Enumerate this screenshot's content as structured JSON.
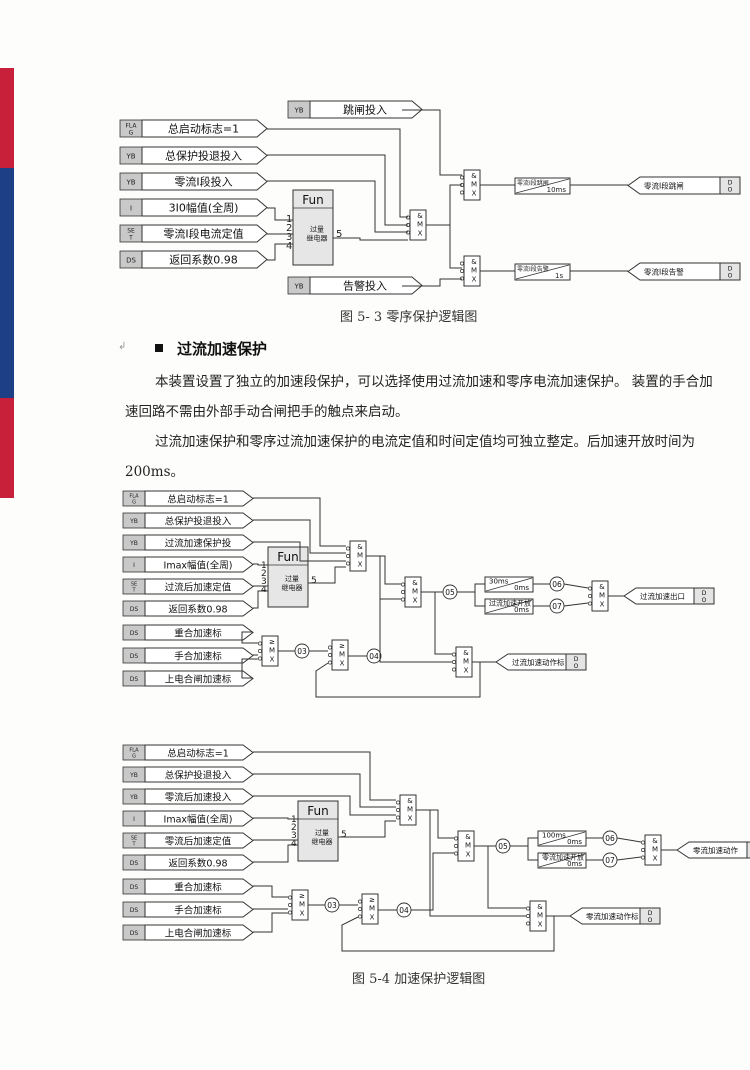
{
  "fig1": {
    "caption": "图 5- 3  零序保护逻辑图",
    "inputs": [
      {
        "tag": "FLAG",
        "label": "总启动标志=1"
      },
      {
        "tag": "YB",
        "label": "总保护投退投入"
      },
      {
        "tag": "YB",
        "label": "零流I段投入"
      },
      {
        "tag": "I",
        "label": "3I0幅值(全周)"
      },
      {
        "tag": "SET",
        "label": "零流I段电流定值"
      },
      {
        "tag": "DS",
        "label": "返回系数0.98"
      }
    ],
    "trip_enable": {
      "tag": "YB",
      "label": "跳闸投入"
    },
    "alarm_enable": {
      "tag": "YB",
      "label": "告警投入"
    },
    "fun": {
      "title": "Fun",
      "line1": "过量",
      "line2": "继电器",
      "ports": [
        "1",
        "2",
        "3",
        "4"
      ],
      "out": "5"
    },
    "gates": [
      "&",
      "M",
      "X"
    ],
    "timer_trip": {
      "name": "零流I段跳闸",
      "delay": "10ms"
    },
    "timer_alarm": {
      "name": "零流I段告警",
      "delay": "1s"
    },
    "out_trip": {
      "label": "零流I段跳闸",
      "tag": "DO"
    },
    "out_alarm": {
      "label": "零流I段告警",
      "tag": "DO"
    }
  },
  "section": {
    "heading": "过流加速保护",
    "p1a": "本装置设置了独立的加速段保护，可以选择使用过流加速和零序电流加速保护。 装置的手合加",
    "p1b": "速回路不需由外部手动合闸把手的触点来启动。",
    "p2a": "过流加速保护和零序过流加速保护的电流定值和时间定值均可独立整定。后加速开放时间为",
    "p2b": "200ms。"
  },
  "fig2": {
    "inputs": [
      {
        "tag": "FLAG",
        "label": "总启动标志=1"
      },
      {
        "tag": "YB",
        "label": "总保护投退投入"
      },
      {
        "tag": "YB",
        "label": "过流加速保护投"
      },
      {
        "tag": "I",
        "label": "Imax幅值(全周)"
      },
      {
        "tag": "SET",
        "label": "过流后加速定值"
      },
      {
        "tag": "DS",
        "label": "返回系数0.98"
      },
      {
        "tag": "DS",
        "label": "重合加速标"
      },
      {
        "tag": "DS",
        "label": "手合加速标"
      },
      {
        "tag": "DS",
        "label": "上电合闸加速标"
      }
    ],
    "nodes": [
      "03",
      "04",
      "05",
      "06",
      "07"
    ],
    "t1": {
      "top": "30ms",
      "bot": "0ms"
    },
    "t2": {
      "name": "过流加速开放",
      "bot": "0ms"
    },
    "out1": {
      "label": "过流加速出口",
      "tag": "DO"
    },
    "out2": {
      "label": "过流加速动作标",
      "tag": "DO"
    }
  },
  "fig3": {
    "caption": "图 5-4   加速保护逻辑图",
    "inputs": [
      {
        "tag": "FLAG",
        "label": "总启动标志=1"
      },
      {
        "tag": "YB",
        "label": "总保护投退投入"
      },
      {
        "tag": "YB",
        "label": "零流后加速投入"
      },
      {
        "tag": "I",
        "label": "Imax幅值(全周)"
      },
      {
        "tag": "SET",
        "label": "零流后加速定值"
      },
      {
        "tag": "DS",
        "label": "返回系数0.98"
      },
      {
        "tag": "DS",
        "label": "重合加速标"
      },
      {
        "tag": "DS",
        "label": "手合加速标"
      },
      {
        "tag": "DS",
        "label": "上电合闸加速标"
      }
    ],
    "nodes": [
      "03",
      "04",
      "05",
      "06",
      "07"
    ],
    "t1": {
      "top": "100ms",
      "bot": "0ms"
    },
    "t2": {
      "name": "零流加速开放",
      "bot": "0ms"
    },
    "out1": {
      "label": "零流加速动作",
      "tag": "DO"
    },
    "out2": {
      "label": "零流加速动作标",
      "tag": "DO"
    }
  }
}
